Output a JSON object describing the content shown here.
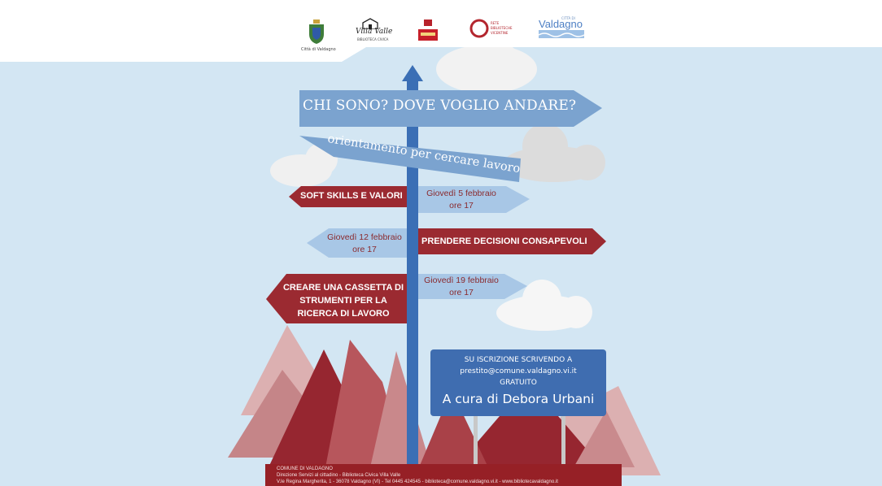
{
  "logos": {
    "comune": "Città di Valdagno",
    "villa_valle": "Villa Valle",
    "biblioteca": "BIBLIOTECA CIVICA",
    "rete_line1": "RETE",
    "rete_line2": "BIBLIOTECHE",
    "rete_line3": "VICENTINE",
    "valdagno_small": "CITTÀ DI",
    "valdagno": "Valdagno"
  },
  "signs": {
    "title": "CHI SONO? DOVE VOGLIO ANDARE?",
    "subtitle": "orientamento per cercare lavoro",
    "topic1": "SOFT SKILLS  E VALORI",
    "date1_line1": "Giovedì 5 febbraio",
    "date1_line2": "ore 17",
    "date2_line1": "Giovedì 12 febbraio",
    "date2_line2": "ore 17",
    "topic2": "PRENDERE DECISIONI CONSAPEVOLI",
    "topic3_line1": "CREARE UNA CASSETTA DI",
    "topic3_line2": "STRUMENTI PER LA",
    "topic3_line3": "RICERCA DI LAVORO",
    "date3_line1": "Giovedì 19 febbraio",
    "date3_line2": "ore 17"
  },
  "info": {
    "line1": "SU ISCRIZIONE SCRIVENDO A",
    "line2": "prestito@comune.valdagno.vi.it",
    "line3": "GRATUITO",
    "curator": "A cura di Debora Urbani"
  },
  "footer": {
    "line1": "COMUNE DI VALDAGNO",
    "line2": "Direzione Servizi al cittadino - Biblioteca Civica Villa Valle",
    "line3": "V.le Regina Margherita, 1 - 36078 Valdagno (VI) - Tel 0445 424545 - biblioteca@comune.valdagno.vi.it - www.bibliotecavaldagno.it"
  },
  "colors": {
    "sky": "#d3e6f3",
    "sign_blue": "#7ba3cf",
    "sign_light": "#a8c7e6",
    "sign_red": "#9b2a31",
    "pole": "#3b6fb5",
    "mountain_dark": "#962630",
    "mountain_mid": "#b96267",
    "mountain_light": "#d9aeae"
  }
}
